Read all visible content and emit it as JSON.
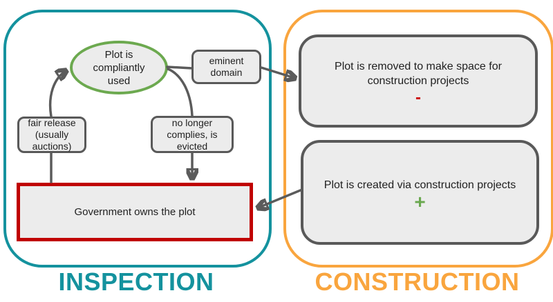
{
  "inspection": {
    "label": "INSPECTION",
    "accent_color": "#14929E",
    "nodes": {
      "compliant_ellipse": "Plot is\ncompliantly\nused",
      "eminent_domain": "eminent\ndomain",
      "fair_release": "fair release\n(usually\nauctions)",
      "no_longer_complies": "no longer\ncomplies, is\nevicted",
      "government_owns": "Government owns the plot"
    },
    "node_colors": {
      "ellipse_border": "#6CA94F",
      "government_border": "#C00000",
      "small_box_border": "#595959",
      "fill": "#ECECEC"
    }
  },
  "construction": {
    "label": "CONSTRUCTION",
    "accent_color": "#F9A53E",
    "nodes": {
      "plot_removed": {
        "text": "Plot is removed to make space for\nconstruction projects",
        "symbol": "-",
        "symbol_color": "#CC0000"
      },
      "plot_created": {
        "text": "Plot is created via construction projects",
        "symbol": "+",
        "symbol_color": "#6AA84F"
      }
    }
  },
  "connectors": {
    "color": "#5B5B5B",
    "edges": [
      "government_owns -> fair_release (line)",
      "fair_release -> compliant_ellipse (arrow)",
      "compliant_ellipse -> no_longer_complies (line)",
      "no_longer_complies -> government_owns (arrow)",
      "compliant_ellipse -> eminent_domain (line)",
      "eminent_domain -> plot_removed (arrow)",
      "plot_created -> government_owns (arrow)"
    ]
  }
}
